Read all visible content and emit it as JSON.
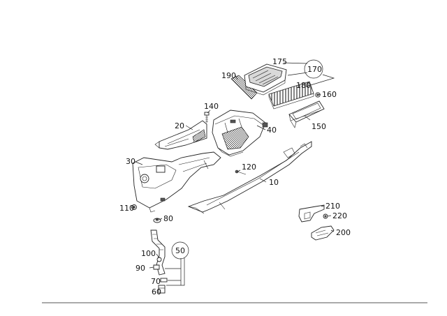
{
  "callouts": {
    "c10": "10",
    "c20": "20",
    "c30": "30",
    "c40": "40",
    "c50": "50",
    "c60": "60",
    "c70": "70",
    "c80": "80",
    "c90": "90",
    "c100": "100",
    "c110": "110",
    "c120": "120",
    "c140": "140",
    "c150": "150",
    "c160": "160",
    "c170": "170",
    "c175": "175",
    "c180": "180",
    "c190": "190",
    "c200": "200",
    "c210": "210",
    "c220": "220"
  },
  "colors": {
    "line": "#222222",
    "background": "#ffffff",
    "fill_gray": "#d9d9d9"
  }
}
